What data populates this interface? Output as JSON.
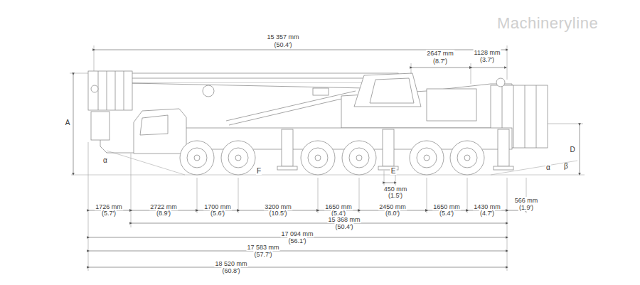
{
  "diagram": {
    "labels": [
      "Machineryline",
      "15 357 mm",
      "(50.4')",
      "2647 mm",
      "(8.7')",
      "1128 mm",
      "(3.7')",
      "A",
      "D",
      "α",
      "F",
      "E",
      "α",
      "β",
      "450 mm",
      "(1.5')",
      "1726 mm",
      "(5.7')",
      "2722 mm",
      "(8.9')",
      "1700 mm",
      "(5.6')",
      "3200 mm",
      "(10.5')",
      "1650 mm",
      "(5.4')",
      "2450 mm",
      "(8.0')",
      "1650 mm",
      "(5.4')",
      "1430 mm",
      "(4.7')",
      "566 mm",
      "(1.9')",
      "15 368 mm",
      "(50.4')",
      "17 094 mm",
      "(56.1')",
      "17 583 mm",
      "(57.7')",
      "18 520 mm",
      "(60.8')"
    ]
  }
}
